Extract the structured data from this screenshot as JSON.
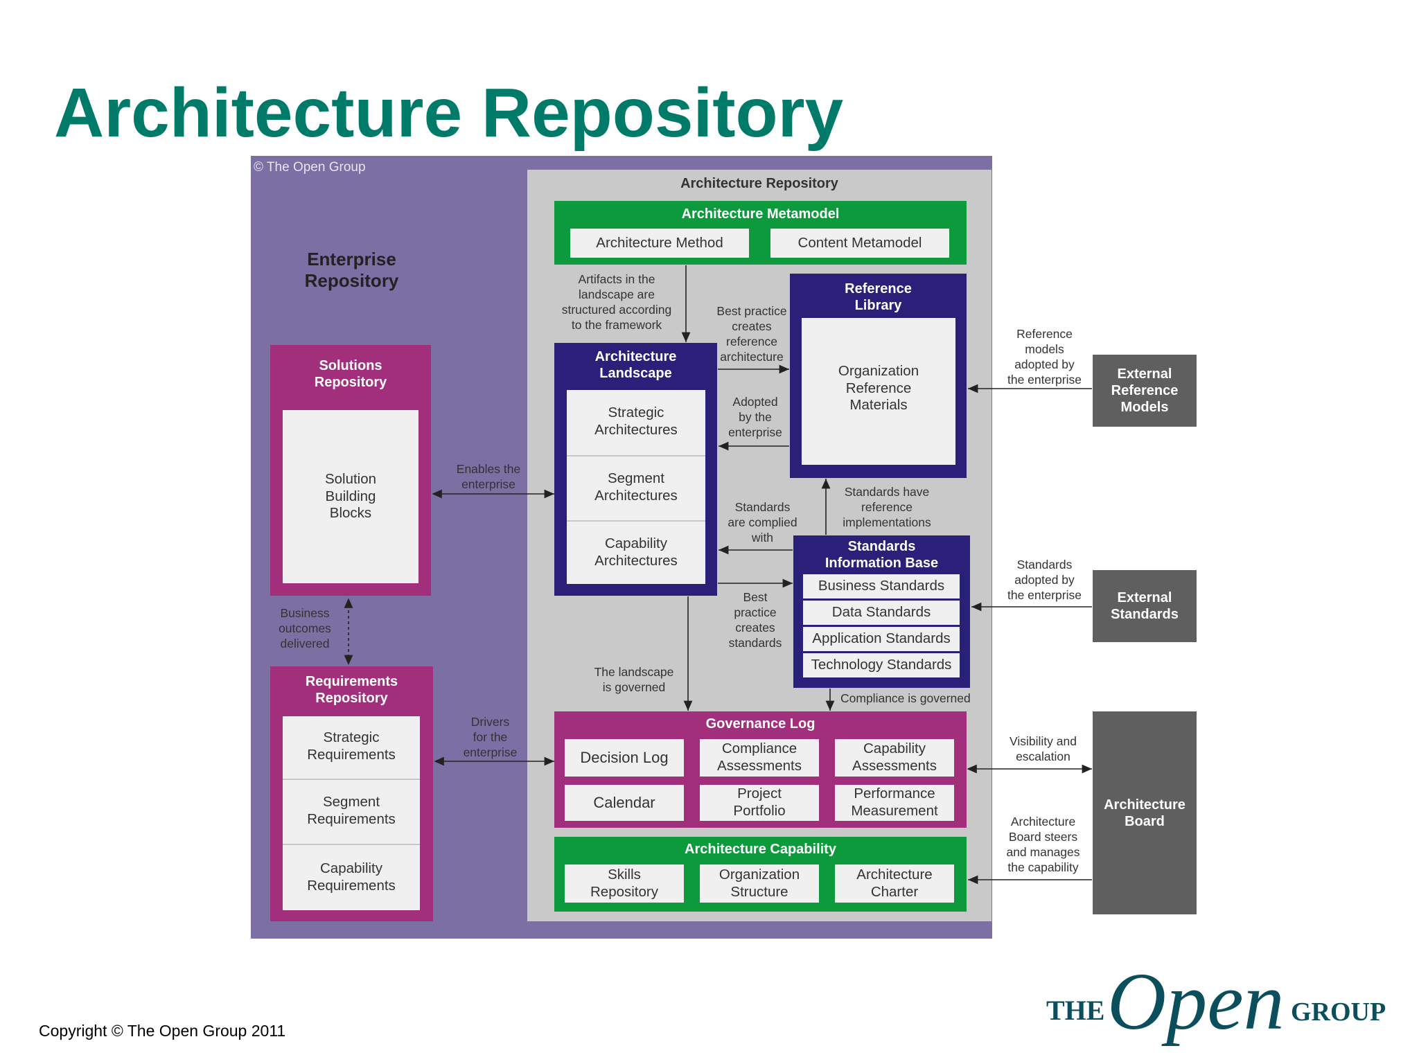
{
  "title": "Architecture Repository",
  "copyright": "Copyright © The Open Group 2011",
  "diagram": {
    "watermark": "© The Open Group",
    "enterprise_repository": "Enterprise\nRepository",
    "architecture_repository": "Architecture Repository",
    "metamodel": {
      "title": "Architecture Metamodel",
      "items": [
        "Architecture Method",
        "Content Metamodel"
      ]
    },
    "reference_library": {
      "title": "Reference\nLibrary",
      "content": "Organization\nReference\nMaterials"
    },
    "landscape": {
      "title": "Architecture\nLandscape",
      "items": [
        "Strategic\nArchitectures",
        "Segment\nArchitectures",
        "Capability\nArchitectures"
      ]
    },
    "standards_base": {
      "title": "Standards\nInformation Base",
      "items": [
        "Business Standards",
        "Data Standards",
        "Application Standards",
        "Technology Standards"
      ]
    },
    "solutions": {
      "title": "Solutions\nRepository",
      "content": "Solution\nBuilding\nBlocks"
    },
    "requirements": {
      "title": "Requirements\nRepository",
      "items": [
        "Strategic\nRequirements",
        "Segment\nRequirements",
        "Capability\nRequirements"
      ]
    },
    "governance": {
      "title": "Governance Log",
      "items": [
        "Decision Log",
        "Compliance\nAssessments",
        "Capability\nAssessments",
        "Calendar",
        "Project\nPortfolio",
        "Performance\nMeasurement"
      ]
    },
    "capability": {
      "title": "Architecture Capability",
      "items": [
        "Skills\nRepository",
        "Organization\nStructure",
        "Architecture\nCharter"
      ]
    },
    "external": {
      "ref_models": "External\nReference\nModels",
      "standards": "External\nStandards",
      "board": "Architecture\nBoard"
    },
    "labels": {
      "artifacts": "Artifacts in the\nlandscape are\nstructured according\nto the framework",
      "best_practice_ref": "Best practice\ncreates\nreference\narchitecture",
      "adopted": "Adopted\nby the\nenterprise",
      "ref_models_adopted": "Reference\nmodels\nadopted by\nthe enterprise",
      "enables": "Enables the\nenterprise",
      "standards_complied": "Standards\nare complied\nwith",
      "standards_ref_impl": "Standards have\nreference\nimplementations",
      "standards_adopted": "Standards\nadopted by\nthe enterprise",
      "business_outcomes": "Business\noutcomes\ndelivered",
      "best_practice_std": "Best\npractice\ncreates\nstandards",
      "landscape_governed": "The landscape\nis governed",
      "compliance_governed": "Compliance is governed",
      "drivers": "Drivers\nfor the\nenterprise",
      "visibility": "Visibility and\nescalation",
      "board_steers": "Architecture\nBoard steers\nand manages\nthe capability"
    }
  },
  "logo": {
    "the": "THE",
    "open": "Open",
    "group": "GROUP"
  }
}
